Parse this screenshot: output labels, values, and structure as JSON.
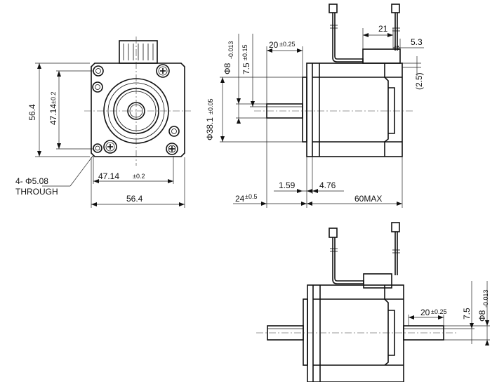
{
  "front_view": {
    "width_label": "56.4",
    "height_label": "56.4",
    "hole_spacing_h": "47.14",
    "hole_spacing_h_tol": "±0.2",
    "hole_spacing_v": "47.14",
    "hole_spacing_v_tol": "±0.2",
    "hole_note_line1": "4- Φ5.08",
    "hole_note_line2": "THROUGH"
  },
  "side_view": {
    "shaft_len": "20",
    "shaft_len_tol": "±0.25",
    "shaft_dia": "Φ8",
    "shaft_dia_tol": "-0.013",
    "shaft_flat": "7.5",
    "shaft_flat_tol": "±0.15",
    "pilot_dia": "Φ38.1",
    "pilot_dia_tol": "±0.05",
    "dim_21": "21",
    "dim_5_3": "5.3",
    "dim_2_5": "(2.5)",
    "dim_1_59": "1.59",
    "dim_4_76": "4.76",
    "dim_24": "24",
    "dim_24_tol": "±0.5",
    "dim_60max": "60MAX"
  },
  "dual_shaft_view": {
    "shaft_len": "20",
    "shaft_len_tol": "±0.25",
    "shaft_flat": "7.5",
    "shaft_dia": "Φ8",
    "shaft_dia_tol": "-0.013"
  }
}
